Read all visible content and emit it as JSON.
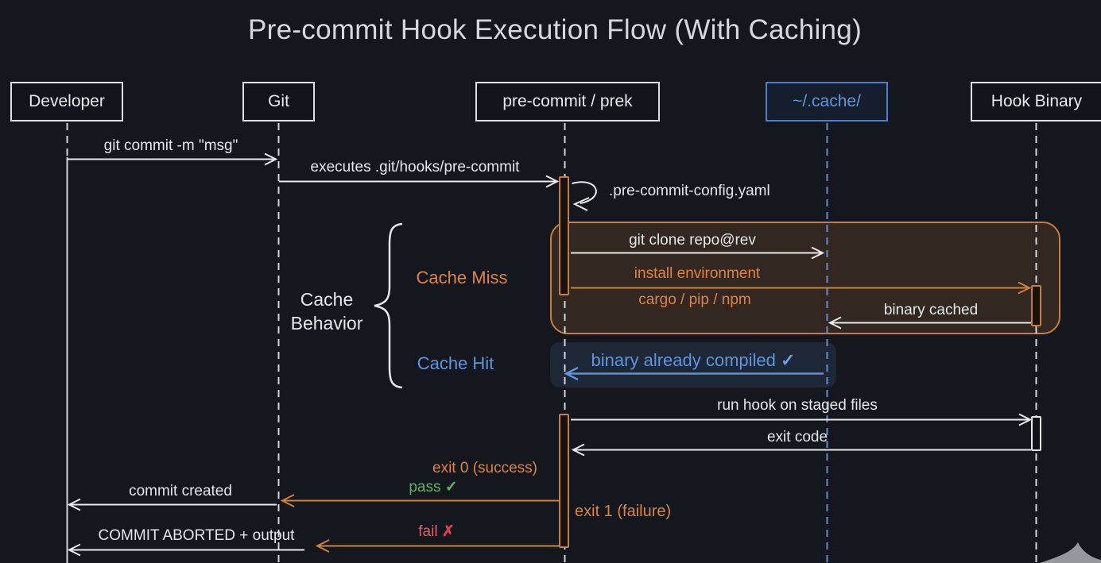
{
  "title": "Pre-commit Hook Execution Flow (With Caching)",
  "actors": {
    "developer": "Developer",
    "git": "Git",
    "prek": "pre-commit / prek",
    "cache": "~/.cache/",
    "hook_binary": "Hook Binary"
  },
  "messages": {
    "git_commit": "git commit -m \"msg\"",
    "executes_hook": "executes .git/hooks/pre-commit",
    "config_yaml": ".pre-commit-config.yaml",
    "git_clone": "git clone repo@rev",
    "install_env": "install environment",
    "cargo_pip_npm": "cargo / pip / npm",
    "binary_cached": "binary cached",
    "binary_compiled": "binary already compiled",
    "run_hook": "run hook on staged files",
    "exit_code": "exit code",
    "exit0": "exit 0 (success)",
    "pass": "pass",
    "exit1": "exit 1 (failure)",
    "fail": "fail",
    "commit_created": "commit created",
    "commit_aborted": "COMMIT ABORTED + output",
    "check_mark": "✓",
    "cross_mark": "✗"
  },
  "annotations": {
    "cache_behavior_line1": "Cache",
    "cache_behavior_line2": "Behavior",
    "cache_miss": "Cache Miss",
    "cache_hit": "Cache Hit"
  },
  "colors": {
    "background": "#14171d",
    "text": "#e4e7ea",
    "orange": "#dd8440",
    "blue": "#5f95dd",
    "green": "#5db560",
    "red": "#d6404f",
    "fail_pink": "#e0606c",
    "cursor_gray": "#95989d"
  }
}
